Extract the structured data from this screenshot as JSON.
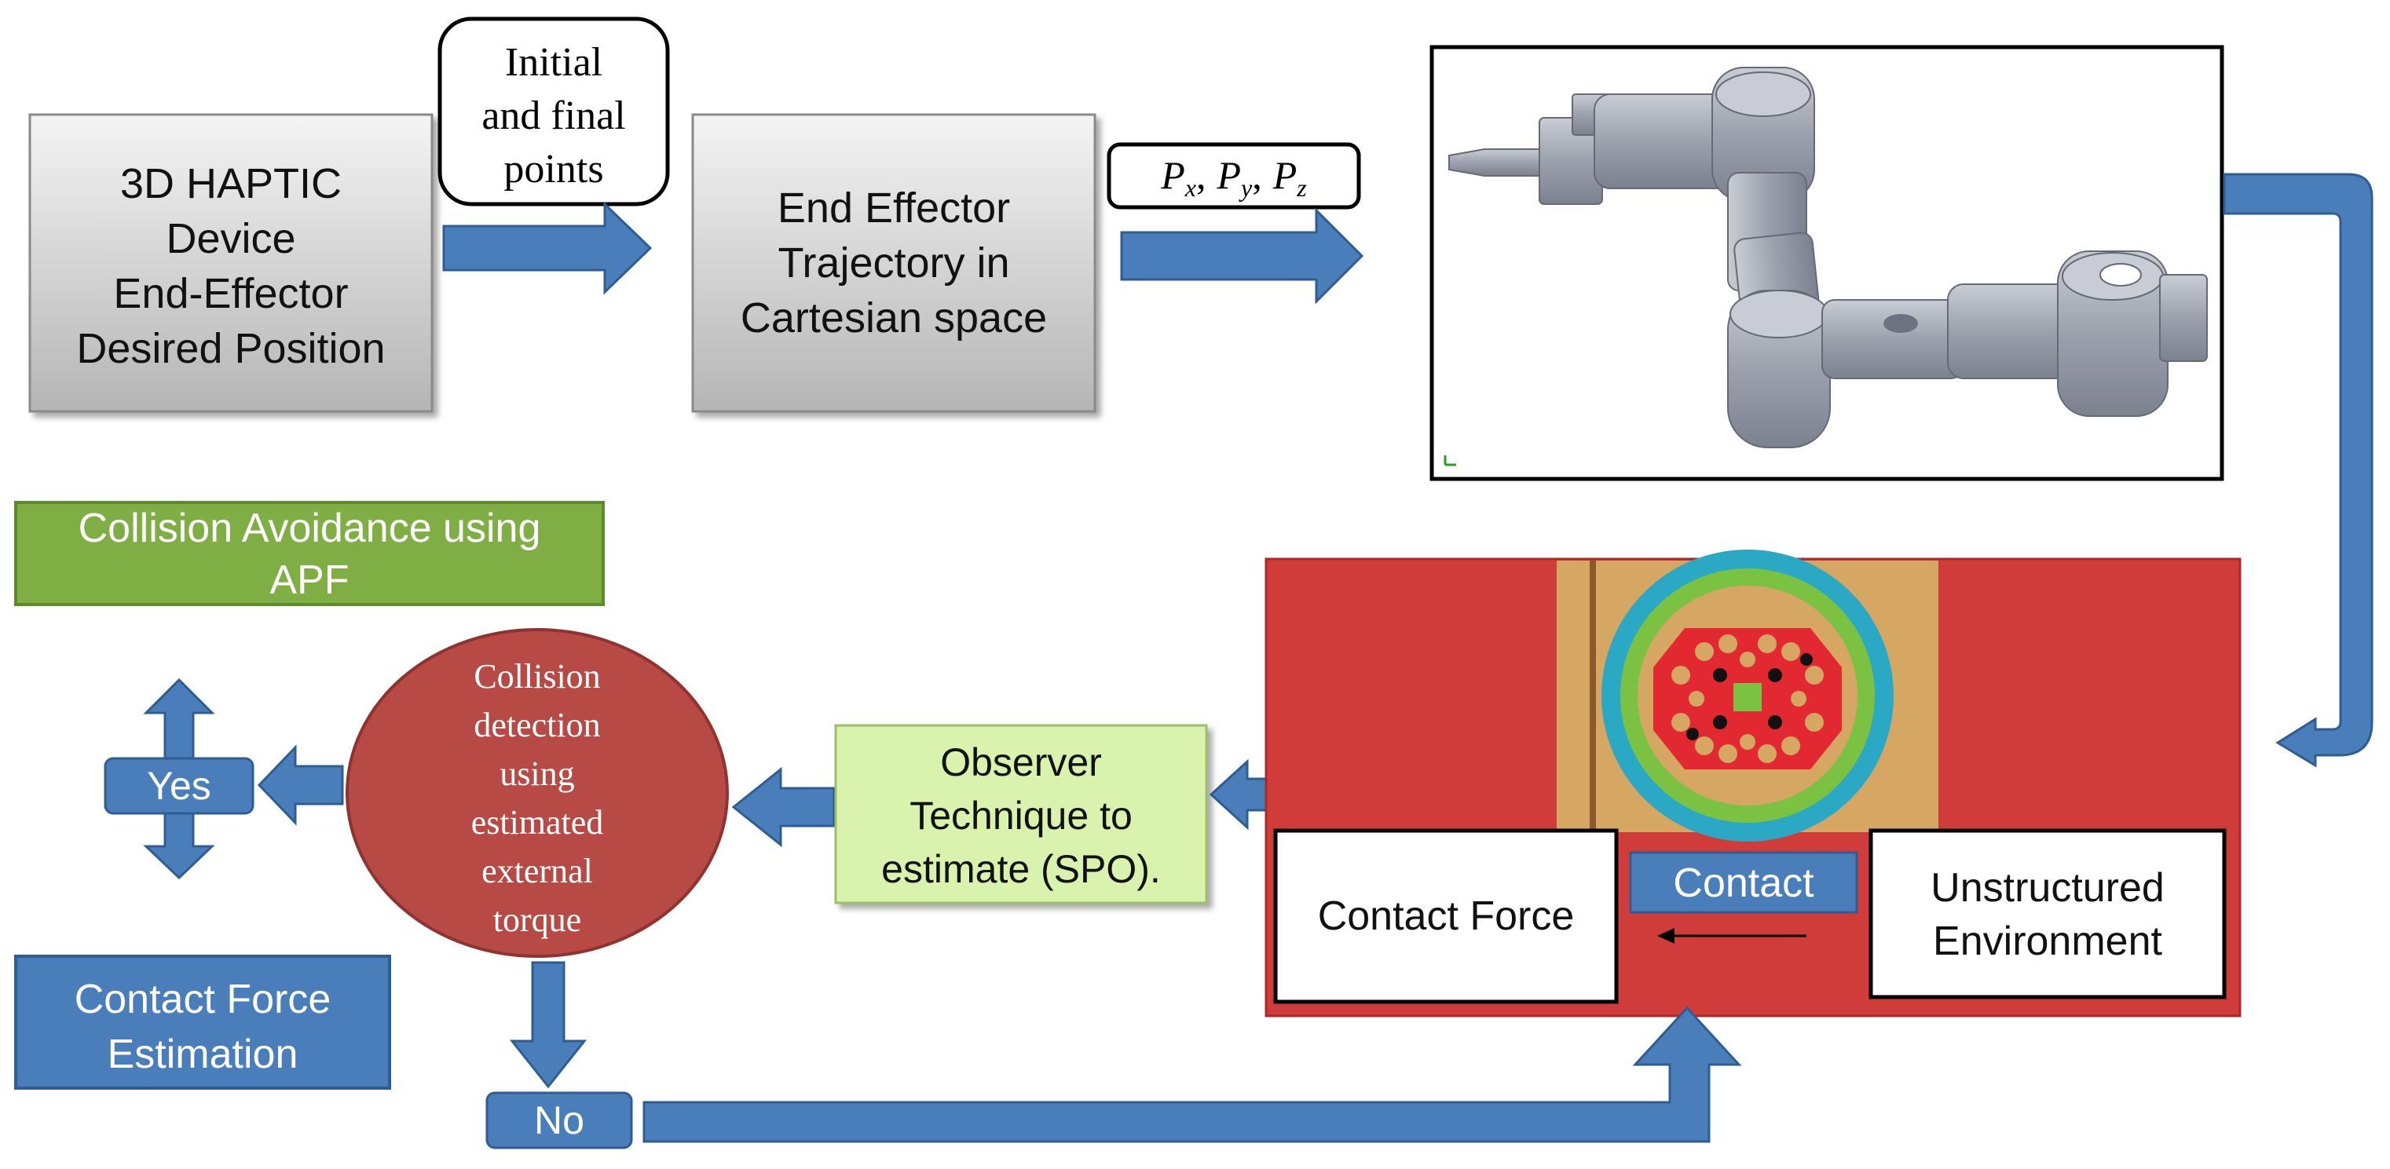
{
  "colors": {
    "arrow_blue": "#4a7ebb",
    "arrow_edge": "#2f5d93",
    "gray_box_top": "#f2f2f2",
    "gray_box_bottom": "#b9b9b9",
    "collision_circle": "#b84a45",
    "green_box": "#7fae45",
    "observer_box": "#d9f2ad",
    "panel_red": "#cf3c3a",
    "reactor_tan": "#d6a663",
    "reactor_teal": "#2aa8c4",
    "reactor_green": "#7cc242",
    "reactor_red": "#e22830",
    "robot_gray": "#a8adb8"
  },
  "boxes": {
    "haptic": [
      "3D HAPTIC",
      "Device",
      "End-Effector",
      "Desired Position"
    ],
    "initial_final": [
      "Initial",
      "and final",
      "points"
    ],
    "trajectory": [
      "End Effector",
      "Trajectory in",
      "Cartesian space"
    ],
    "pxyz": {
      "p1": "P",
      "s1": "x",
      "p2": "P",
      "s2": "y",
      "p3": "P",
      "s3": "z",
      "sep": ","
    },
    "collision_avoidance": [
      "Collision Avoidance using",
      "APF"
    ],
    "collision_detection": [
      "Collision",
      "detection",
      "using",
      "estimated",
      "external",
      "torque"
    ],
    "observer": [
      "Observer",
      "Technique to",
      "estimate (SPO)."
    ],
    "yes": "Yes",
    "no": "No",
    "contact_force_estimation": [
      "Contact Force",
      "Estimation"
    ],
    "contact_force": "Contact Force",
    "contact": "Contact",
    "unstructured": [
      "Unstructured",
      "Environment"
    ]
  }
}
